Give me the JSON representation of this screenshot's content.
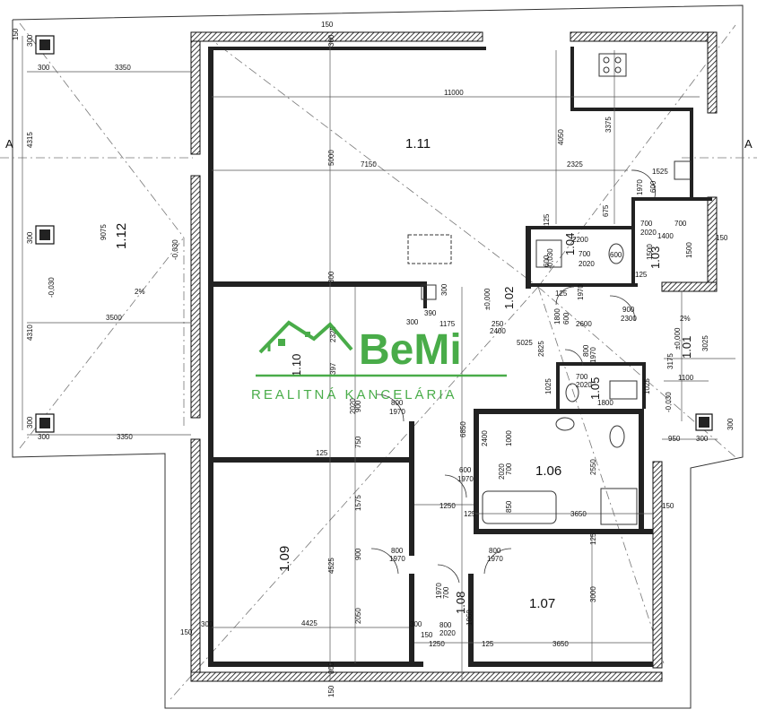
{
  "rooms": {
    "r111": "1.11",
    "r112": "1.12",
    "r110": "1.10",
    "r109": "1.09",
    "r108": "1.08",
    "r107": "1.07",
    "r106": "1.06",
    "r105": "1.05",
    "r104": "1.04",
    "r103": "1.03",
    "r102": "1.02",
    "r101": "1.01"
  },
  "section_marks": {
    "left": "A",
    "right": "A"
  },
  "slopes": {
    "terrace_left": "2%",
    "terrace_right": "2%"
  },
  "levels": {
    "l1": "±0,000",
    "l2": "-0,030",
    "l3": "-0,030",
    "l4": "±0,000",
    "l5": "-0,030",
    "l6": "-0,030"
  },
  "logo": {
    "brand": "BeMi",
    "tagline": "REALITNÁ KANCELÁRIA"
  },
  "dims": {
    "d150a": "150",
    "d300a": "300",
    "d300b": "300",
    "d3350a": "3350",
    "d150b": "150",
    "d300c": "300",
    "d11000": "11000",
    "d5000": "5000",
    "d4050": "4050",
    "d3375": "3375",
    "d7150": "7150",
    "d2325": "2325",
    "d1525": "1525",
    "d4315": "4315",
    "d9075": "9075",
    "d4310": "4310",
    "d300d": "300",
    "d300e": "300",
    "d300f": "300",
    "d300g": "300",
    "d3500": "3500",
    "d3350b": "3350",
    "d300h": "300",
    "d1970a": "1970",
    "d600a": "600",
    "d675": "675",
    "d125a": "125",
    "d700a": "700",
    "d700b": "700",
    "d2020a": "2020",
    "d1400": "1400",
    "d1500a": "1500",
    "d150c": "150",
    "d2200": "2200",
    "d600b": "600",
    "d700c": "700",
    "d2020b": "2020",
    "d600c": "600",
    "d125b": "125",
    "d1500b": "1500",
    "d600d": "600",
    "d1970b": "1970",
    "d125c": "125",
    "d390": "390",
    "d300i": "300",
    "d1175": "1175",
    "d250": "250",
    "d2400a": "2400",
    "d2600": "2600",
    "d900a": "900",
    "d2300": "2300",
    "d1800a": "1800",
    "d5025": "5025",
    "d2825": "2825",
    "d800a": "800",
    "d1970c": "1970",
    "d3025": "3025",
    "d3175": "3175",
    "d1100": "1100",
    "d700d": "700",
    "d2020c": "2020",
    "d1025a": "1025",
    "d1025b": "1025",
    "d1800b": "1800",
    "d2325b": "2325",
    "d397": "397",
    "d900b": "900",
    "d2020d": "2020",
    "d800b": "800",
    "d1970d": "1970",
    "d6850": "6850",
    "d2400b": "2400",
    "d1000": "1000",
    "d950": "950",
    "d300j": "300",
    "d300k": "300",
    "d750": "750",
    "d125d": "125",
    "d600e": "600",
    "d1970e": "1970",
    "d700e": "700",
    "d2020e": "2020",
    "d2550": "2550",
    "d1575": "1575",
    "d1250a": "1250",
    "d125e": "125",
    "d3650a": "3650",
    "d150d": "150",
    "d850": "850",
    "d4525": "4525",
    "d800c": "800",
    "d1970f": "1970",
    "d900c": "900",
    "d800d": "800",
    "d1970g": "1970",
    "d125f": "125",
    "d700f": "700",
    "d1970h": "1970",
    "d1860": "1860",
    "d3000": "3000",
    "d2050": "2050",
    "d4425": "4425",
    "d300l": "300",
    "d150e": "150",
    "d300m": "300",
    "d800e": "800",
    "d2020f": "2020",
    "d150f": "150",
    "d1250b": "1250",
    "d125g": "125",
    "d3650b": "3650",
    "d300n": "300",
    "d150g": "150"
  }
}
